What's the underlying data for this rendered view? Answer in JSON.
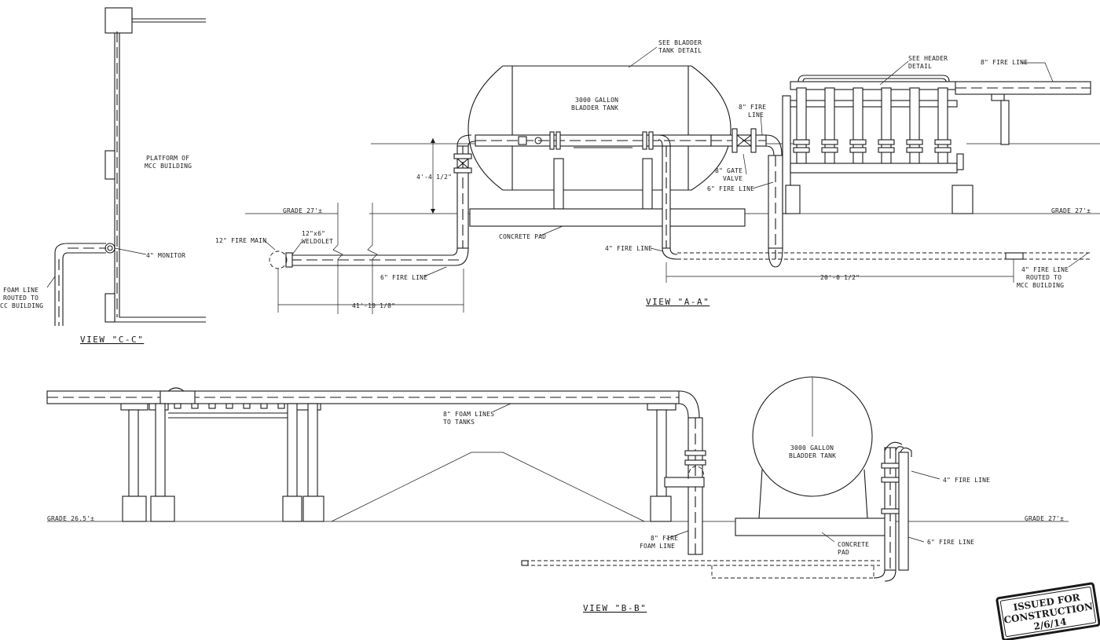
{
  "labels": {
    "see_bladder": [
      "SEE BLADDER",
      "TANK DETAIL"
    ],
    "tank_aa": [
      "3000 GALLON",
      "BLADDER TANK"
    ],
    "see_header": [
      "SEE HEADER",
      "DETAIL"
    ],
    "fire_line_8_top": "8\" FIRE LINE",
    "fire_line_8_mid": [
      "8\" FIRE",
      "LINE"
    ],
    "gate_valve": [
      "8\" GATE",
      "VALVE"
    ],
    "fire_line_6_aa": "6\" FIRE LINE",
    "dim_4_4": "4'-4 1/2\"",
    "grade_27_left": "GRADE 27'±",
    "grade_27_right": "GRADE 27'±",
    "fire_main_12": "12\" FIRE MAIN",
    "weldolet": [
      "12\"x6\"",
      "WELDOLET"
    ],
    "concrete_pad_aa": "CONCRETE PAD",
    "fire_line_4_aa": "4\" FIRE LINE",
    "fire_line_6_left": "6\" FIRE LINE",
    "dim_41": "41'-10 1/8\"",
    "dim_20": "20'-0 1/2\"",
    "fire_line_4_routed": [
      "4\" FIRE LINE",
      "ROUTED TO",
      "MCC BUILDING"
    ],
    "view_aa": "VIEW \"A-A\"",
    "platform": [
      "PLATFORM OF",
      "MCC BUILDING"
    ],
    "monitor": "4\" MONITOR",
    "foam_line": [
      "FOAM LINE",
      "ROUTED TO",
      "CC BUILDING"
    ],
    "view_cc": "VIEW \"C-C\"",
    "foam_lines_8": [
      "8\" FOAM LINES",
      "TO TANKS"
    ],
    "tank_bb": [
      "3000 GALLON",
      "BLADDER TANK"
    ],
    "fire_line_4_bb": "4\" FIRE LINE",
    "grade_26": "GRADE 26.5'±",
    "grade_27_bb": "GRADE 27'±",
    "fire_foam_8": [
      "8\" FIRE",
      "FOAM LINE"
    ],
    "concrete_pad_bb": [
      "CONCRETE",
      "PAD"
    ],
    "fire_line_6_bb": "6\" FIRE LINE",
    "view_bb": "VIEW \"B-B\""
  },
  "stamp": {
    "lines": [
      "ISSUED FOR",
      "CONSTRUCTION",
      "2/6/14"
    ]
  }
}
